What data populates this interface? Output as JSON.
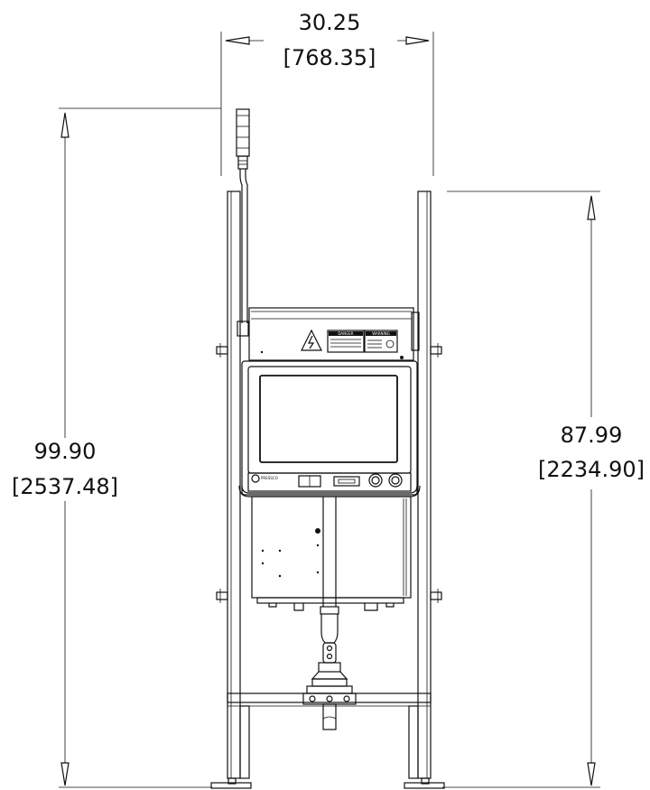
{
  "dimensions": {
    "width": {
      "imperial": "30.25",
      "metric": "[768.35]"
    },
    "overall_height": {
      "imperial": "99.90",
      "metric": "[2537.48]"
    },
    "frame_height": {
      "imperial": "87.99",
      "metric": "[2234.90]"
    }
  },
  "labels": {
    "danger": "DANGER",
    "warning": "WARNING",
    "brand": "PRESSCO"
  }
}
